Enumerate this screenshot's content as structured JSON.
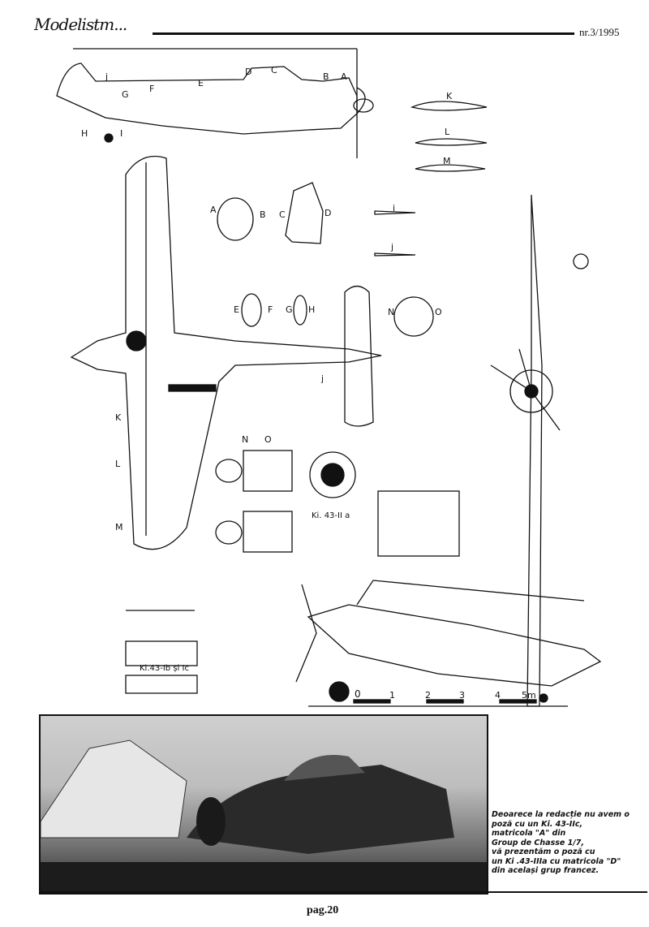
{
  "header": {
    "logo_text": "Modelistm...",
    "issue": "nr.3/1995"
  },
  "drawing_labels": {
    "side_stations": [
      "A",
      "B",
      "C",
      "D",
      "E",
      "F",
      "G",
      "H",
      "I",
      "j"
    ],
    "airfoils": [
      "K",
      "L",
      "M"
    ],
    "cowl_sections": [
      "A",
      "B",
      "C",
      "D"
    ],
    "tail_sections": [
      "i",
      "j"
    ],
    "fuselage_sections": [
      "E",
      "F",
      "G",
      "H"
    ],
    "engine_sections": [
      "N",
      "O"
    ],
    "plan_stations": [
      "K",
      "L",
      "M",
      "j"
    ],
    "variant_IIa": "Ki. 43-II a",
    "variant_Ib_Ic": "Ki.43-Ib și Ic"
  },
  "scale_bar": {
    "ticks": [
      "0",
      "1",
      "2",
      "3",
      "4",
      "5m"
    ]
  },
  "photo_caption": [
    "Deoarece la redacție nu avem o",
    "poză cu un Ki. 43-IIc,",
    "matricola \"A\" din",
    "Group de Chasse 1/7,",
    "vă prezentăm o poză cu",
    "un Ki .43-IIIa cu matricola \"D\"",
    "din același grup francez."
  ],
  "footer": {
    "page": "pag.20"
  }
}
